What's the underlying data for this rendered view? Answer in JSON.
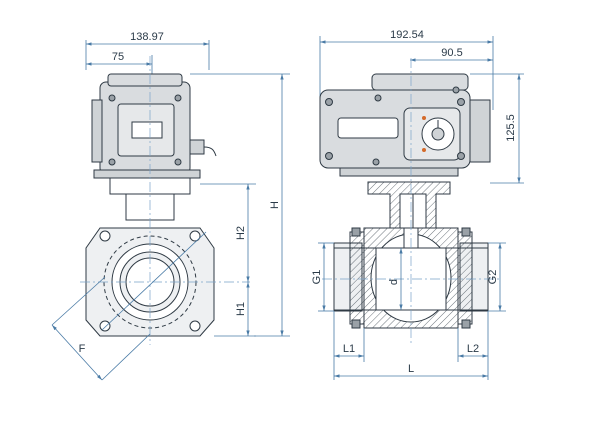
{
  "drawing": {
    "side_view": {
      "dim_overall_width": "138.97",
      "dim_to_center": "75",
      "dim_height_upper": "H2",
      "dim_height_lower": "H1",
      "dim_total_height": "H",
      "dim_flange": "F"
    },
    "front_view": {
      "dim_overall_width": "192.54",
      "dim_to_center": "90.5",
      "dim_actuator_height": "125.5",
      "dim_port_left": "G1",
      "dim_port_right": "G2",
      "dim_bore": "d",
      "dim_thread_left": "L1",
      "dim_thread_right": "L2",
      "dim_length": "L"
    }
  },
  "colors": {
    "outline": "#2f3a44",
    "dimension": "#4a7ba6",
    "centerline": "#7aa3c9",
    "actuator_fill": "#d9dcdf",
    "body_fill": "#eef0f2"
  }
}
